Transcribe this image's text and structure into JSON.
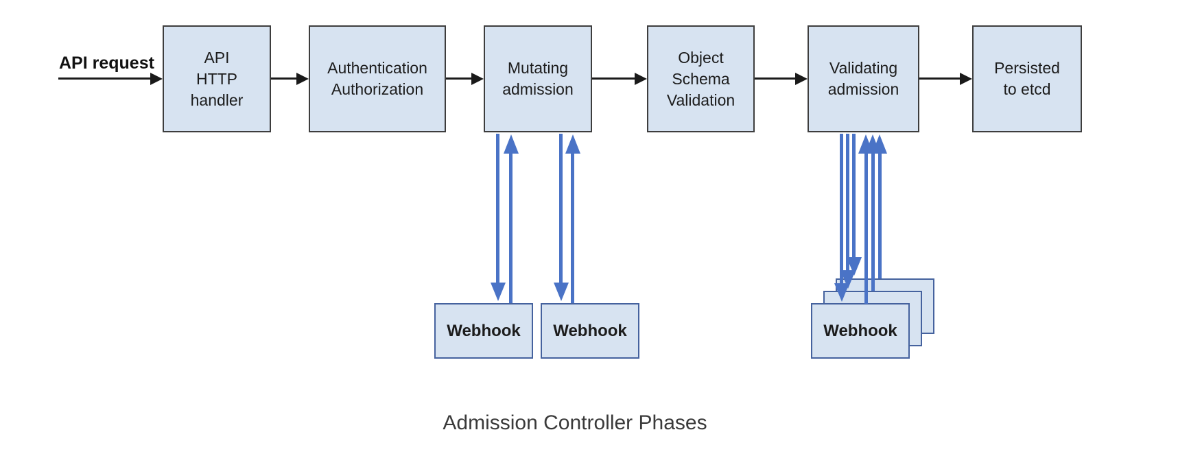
{
  "diagram": {
    "caption": "Admission Controller Phases",
    "input_label": "API request",
    "phases": [
      {
        "label": "API\nHTTP\nhandler"
      },
      {
        "label": "Authentication\nAuthorization"
      },
      {
        "label": "Mutating\nadmission"
      },
      {
        "label": "Object\nSchema\nValidation"
      },
      {
        "label": "Validating\nadmission"
      },
      {
        "label": "Persisted\nto etcd"
      }
    ],
    "webhooks": {
      "mutating_1": "Webhook",
      "mutating_2": "Webhook",
      "validating_front": "Webhook"
    },
    "colors": {
      "node_fill": "#d7e3f1",
      "node_border": "#3d3d3d",
      "webhook_border": "#45629e",
      "flow_arrow_black": "#1a1a1a",
      "webhook_arrow_blue": "#4a73c6",
      "caption_text": "#3a3a3a"
    }
  }
}
